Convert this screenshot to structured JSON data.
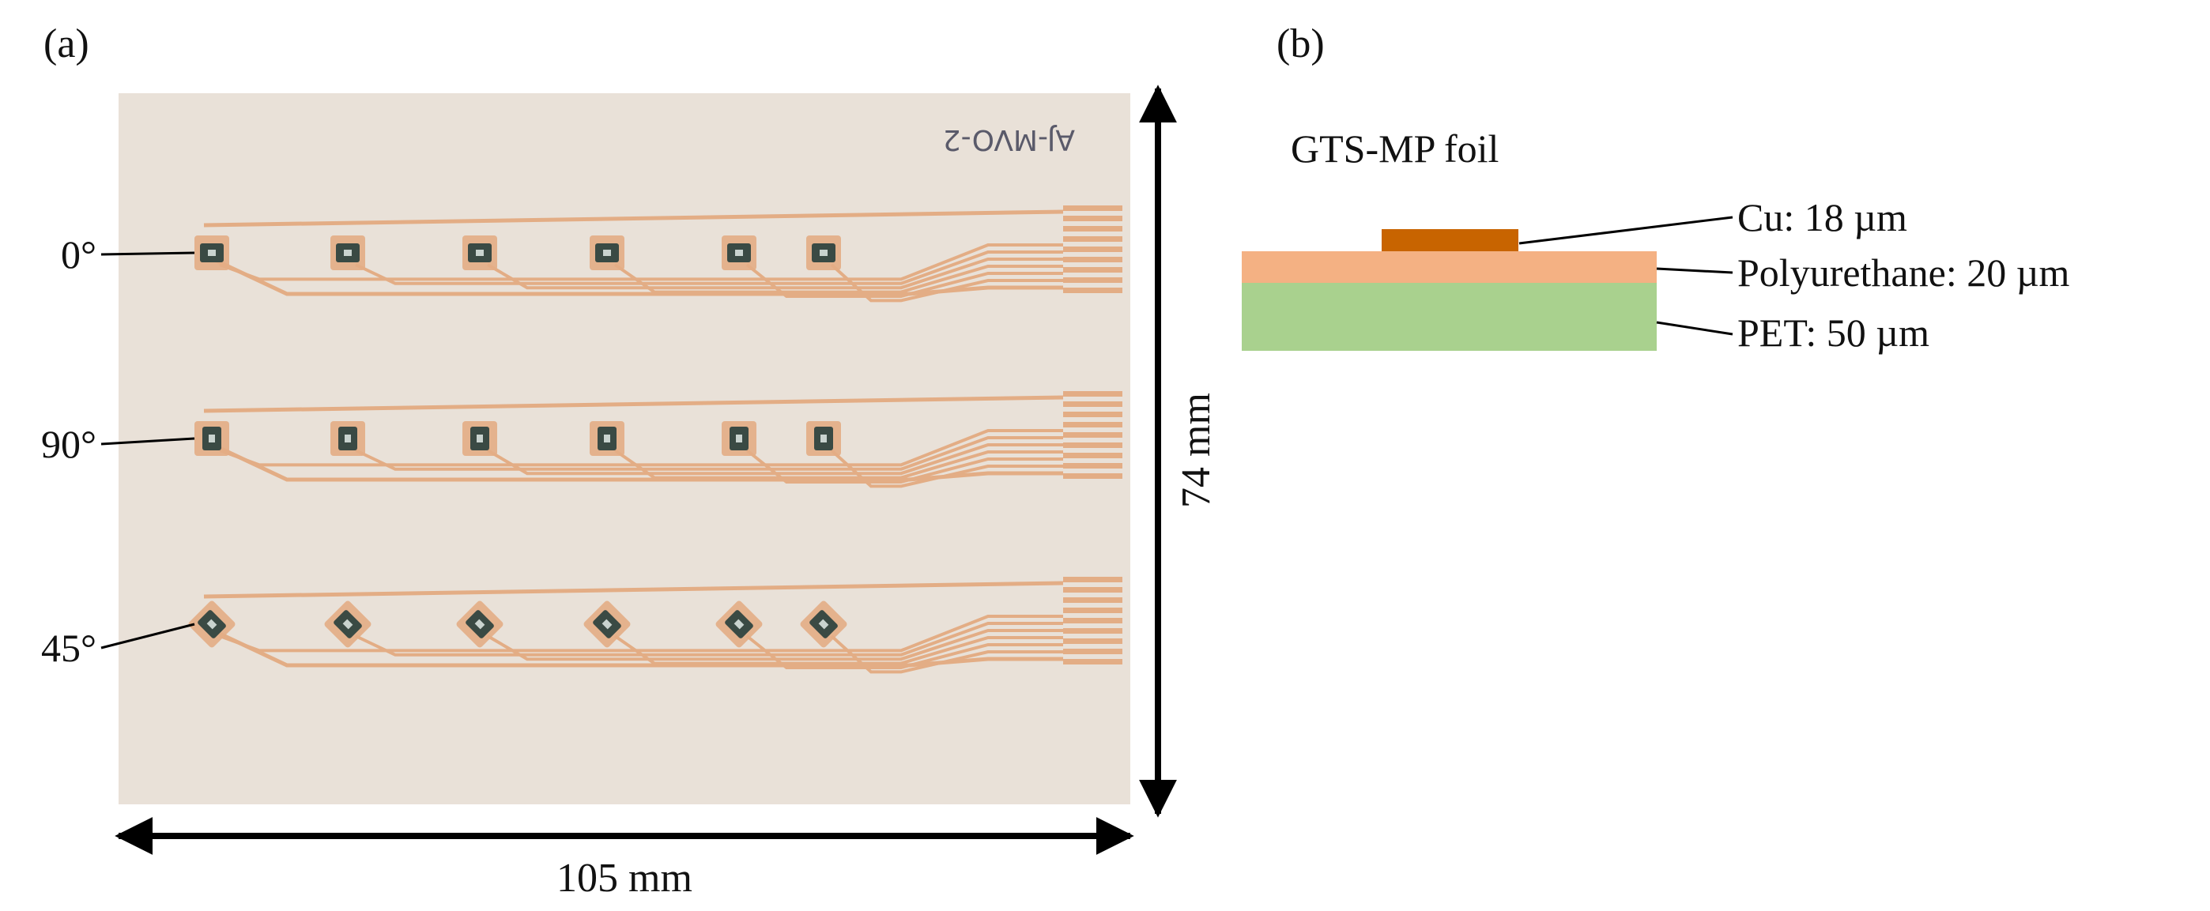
{
  "panel_a": {
    "label": "(a)",
    "handwriting": "AJ-MVO-2",
    "rows": [
      {
        "angle_label": "0°",
        "angle": 0
      },
      {
        "angle_label": "90°",
        "angle": 90
      },
      {
        "angle_label": "45°",
        "angle": 45
      }
    ],
    "sensors_per_row": 6,
    "width_label": "105 mm",
    "height_label": "74 mm"
  },
  "panel_b": {
    "label": "(b)",
    "title": "GTS-MP foil",
    "layers": [
      {
        "label": "Cu: 18 µm",
        "color": "#c86400"
      },
      {
        "label": "Polyurethane: 20 µm",
        "color": "#f4b183"
      },
      {
        "label": "PET: 50 µm",
        "color": "#a9d18e"
      }
    ]
  },
  "colors": {
    "foil": "#e9e1d8",
    "trace": "#e3ad85",
    "sensor_body": "#3a4a44",
    "arrow": "#000000"
  }
}
